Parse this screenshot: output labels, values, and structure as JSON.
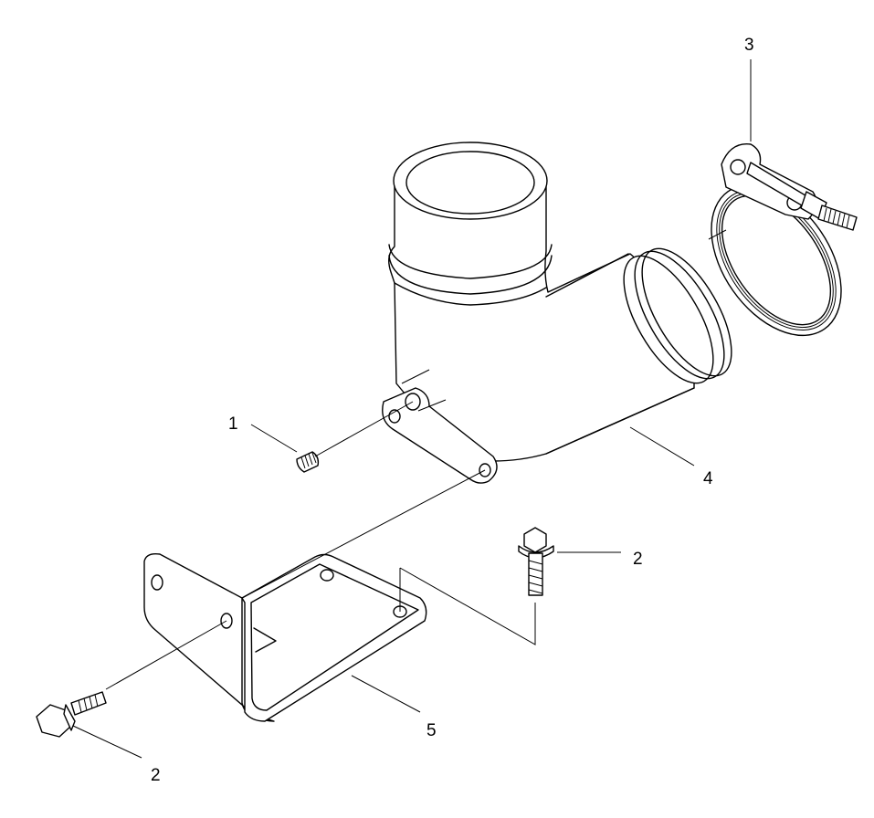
{
  "callouts": {
    "part1": "1",
    "part2_upper": "2",
    "part2_lower": "2",
    "part3": "3",
    "part4": "4",
    "part5": "5"
  }
}
